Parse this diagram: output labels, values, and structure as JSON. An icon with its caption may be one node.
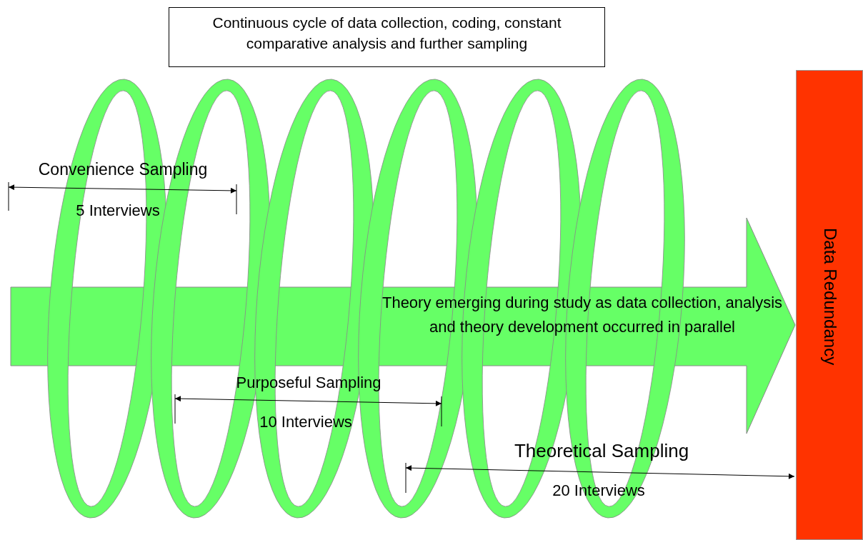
{
  "diagram": {
    "nodes": [
      {
        "text": [
          "Continuous cycle of data collection, coding, constant comparative analysis and further sampling"
        ]
      },
      {
        "text": [
          "Theory emerging during study as data collection, analysis and theory development occurred in parallel"
        ]
      },
      {
        "text": [
          "Data Redundancy"
        ]
      }
    ],
    "labels": [
      "Convenience Sampling",
      "5 Interviews",
      "Purposeful Sampling",
      "10 Interviews",
      "Theoretical Sampling",
      "20 Interviews"
    ]
  }
}
